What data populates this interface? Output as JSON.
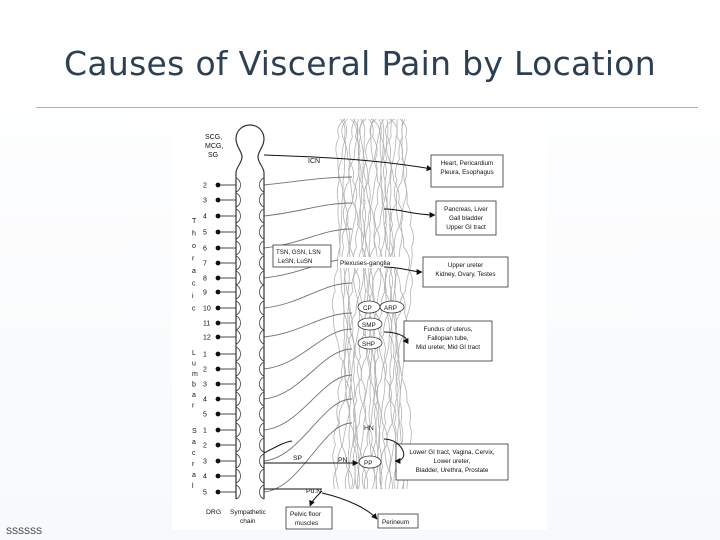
{
  "slide": {
    "title": "Causes of Visceral Pain by Location",
    "footer": "SSSSSS"
  },
  "diagram": {
    "top_ganglia": [
      "SCG,",
      "MCG,",
      "SG"
    ],
    "thoracic_label": "T h o r a c i c",
    "lumbar_label": "L u m b a r",
    "sacral_label": "S a c r a l",
    "thoracic_numbers": [
      "2",
      "3",
      "4",
      "5",
      "6",
      "7",
      "8",
      "9",
      "10",
      "11",
      "12"
    ],
    "lumbar_numbers": [
      "1",
      "2",
      "3",
      "4",
      "5"
    ],
    "sacral_numbers": [
      "1",
      "2",
      "3",
      "4",
      "5"
    ],
    "nerve_box": [
      "TSN, GSN, LSN",
      "LeSN, LuSN"
    ],
    "labels": {
      "icn": "ICN",
      "plexuses": "Plexuses-ganglia",
      "cp": "CP",
      "arp": "ARP",
      "smp": "SMP",
      "shp": "SHP",
      "hn": "HN",
      "sp": "SP",
      "pn": "PN",
      "pp": "PP",
      "pun": "Pu.N",
      "drg": "DRG",
      "sympathetic_chain": [
        "Sympathetic",
        "chain"
      ]
    },
    "organ_boxes": [
      [
        "Heart, Pericardium",
        "Pleura, Esophagus"
      ],
      [
        "Pancreas, Liver",
        "Gall bladder",
        "Upper GI tract"
      ],
      [
        "Upper ureter",
        "Kidney, Ovary, Testes"
      ],
      [
        "Fundus of uterus,",
        "Fallopian tube,",
        "Mid ureter, Mid GI tract"
      ],
      [
        "Lower GI tract, Vagina, Cervix,",
        "Lower ureter,",
        "Bladder, Urethra, Prostate"
      ]
    ],
    "bottom_boxes": {
      "pelvic": [
        "Pelvic floor",
        "muscles"
      ],
      "perineum": "Perineum"
    }
  }
}
